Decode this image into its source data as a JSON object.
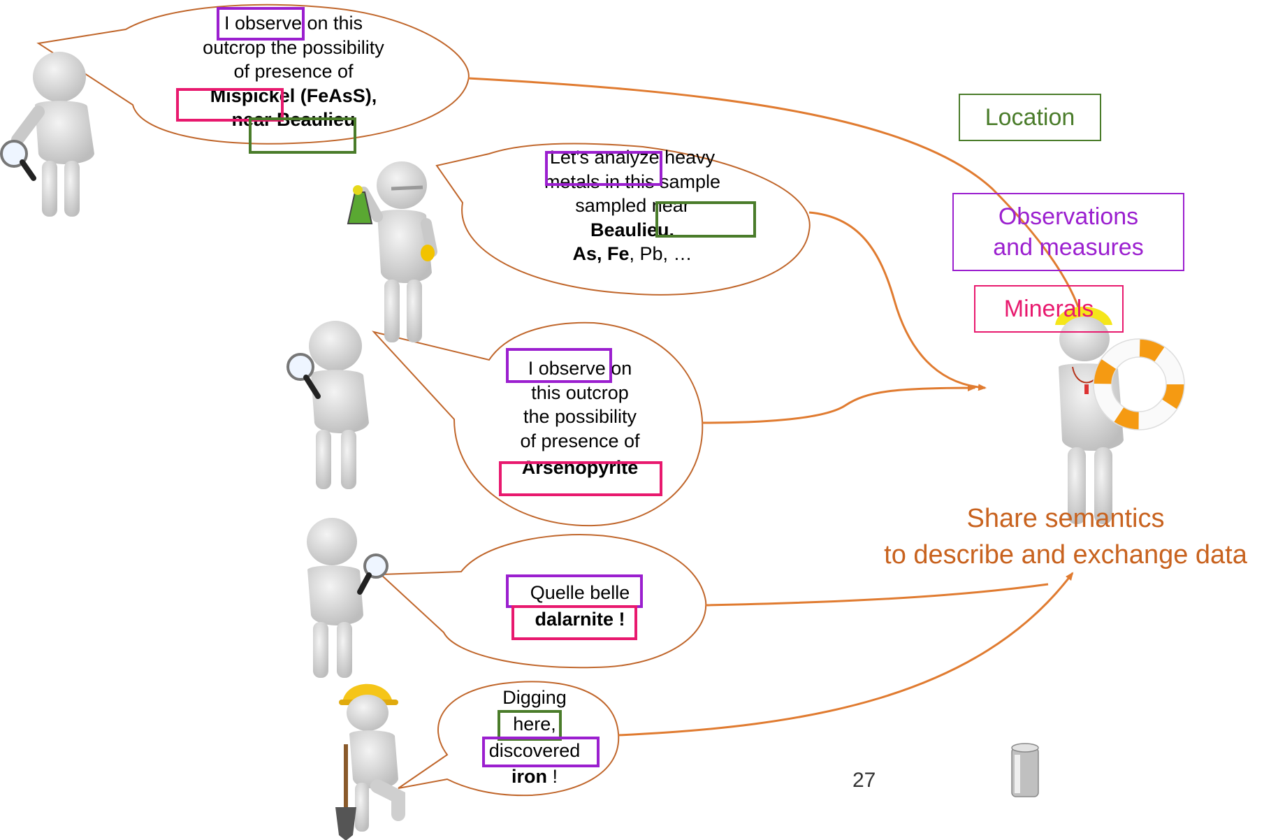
{
  "colors": {
    "bubble_stroke": "#c0662b",
    "arrow": "#e07b30",
    "location": "#4a7c2a",
    "observations": "#9b1fcf",
    "minerals": "#e8196e",
    "caption": "#c8621e",
    "figure": "#d7d7d7",
    "helmet": "#f5c518",
    "lifebuoy_orange": "#f59a12"
  },
  "bubbles": [
    {
      "lines": [
        "I observe on this",
        "outcrop the possibility",
        "of presence of"
      ],
      "bold_lines": [
        "Mispickel (FeAsS),",
        "near Beaulieu"
      ]
    },
    {
      "lines": [
        "Let's analyze heavy",
        "metals in this sample",
        "sampled near"
      ],
      "bold_lines": [
        "Beaulieu."
      ],
      "mixed_last": {
        "bold": "As, Fe",
        "rest": ", Pb, …"
      }
    },
    {
      "lines": [
        "I observe on",
        "this outcrop",
        "the possibility",
        "of presence of"
      ],
      "bold_lines": [
        "Arsenopyrite"
      ]
    },
    {
      "lines": [
        "Quelle belle"
      ],
      "bold_lines": [
        "dalarnite !"
      ]
    },
    {
      "lines": [
        "Digging",
        "here,",
        "discovered"
      ],
      "mixed_last": {
        "bold": "iron",
        "rest": " !"
      }
    }
  ],
  "legend": {
    "location": "Location",
    "observations_l1": "Observations",
    "observations_l2": "and measures",
    "minerals": "Minerals"
  },
  "caption": {
    "line1": "Share semantics",
    "line2": "to describe and exchange data"
  },
  "page_number": "27",
  "icons": {
    "investigator": "person-magnifier-icon",
    "chemist": "person-flask-icon",
    "lifeguard": "person-lifebuoy-icon",
    "digger": "person-shovel-icon",
    "can": "can-icon"
  }
}
